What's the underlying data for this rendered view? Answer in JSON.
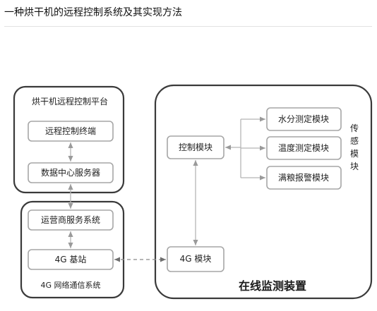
{
  "header": {
    "title": "一种烘干机的远程控制系统及其实现方法"
  },
  "diagram": {
    "platform": {
      "label": "烘干机远程控制平台",
      "terminal": "远程控制终端",
      "data_center": "数据中心服务器"
    },
    "network": {
      "label": "4G 网络通信系统",
      "operator": "运营商服务系统",
      "base_station": "4G 基站"
    },
    "device": {
      "label": "在线监测装置",
      "control_module": "控制模块",
      "module_4g": "4G 模块",
      "sensor_group_label": [
        "传",
        "感",
        "模",
        "块"
      ],
      "sensors": [
        "水分测定模块",
        "温度测定模块",
        "满粮报警模块"
      ]
    },
    "colors": {
      "group_border": "#3a3a3a",
      "inner_border": "#a6a6a6",
      "connector": "#b5b5b5"
    }
  }
}
